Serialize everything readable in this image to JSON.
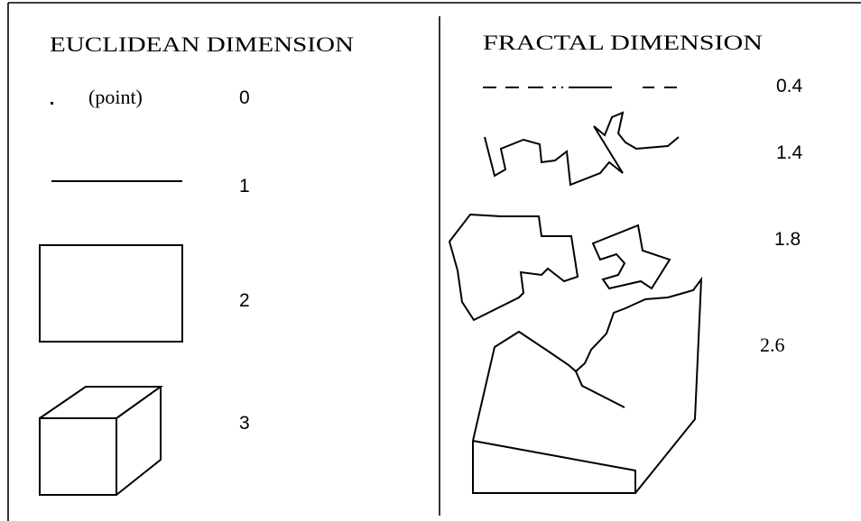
{
  "euclidean": {
    "heading": "EUCLIDEAN DIMENSION",
    "point_label": "(point)",
    "rows": [
      {
        "shape": "point",
        "dimension": "0"
      },
      {
        "shape": "line",
        "dimension": "1"
      },
      {
        "shape": "rectangle",
        "dimension": "2"
      },
      {
        "shape": "cube",
        "dimension": "3"
      }
    ]
  },
  "fractal": {
    "heading": "FRACTAL DIMENSION",
    "rows": [
      {
        "shape": "dashed-line",
        "dimension": "0.4"
      },
      {
        "shape": "zigzag-curve",
        "dimension": "1.4"
      },
      {
        "shape": "jagged-polygons",
        "dimension": "1.8"
      },
      {
        "shape": "rough-surface",
        "dimension": "2.6"
      }
    ]
  }
}
